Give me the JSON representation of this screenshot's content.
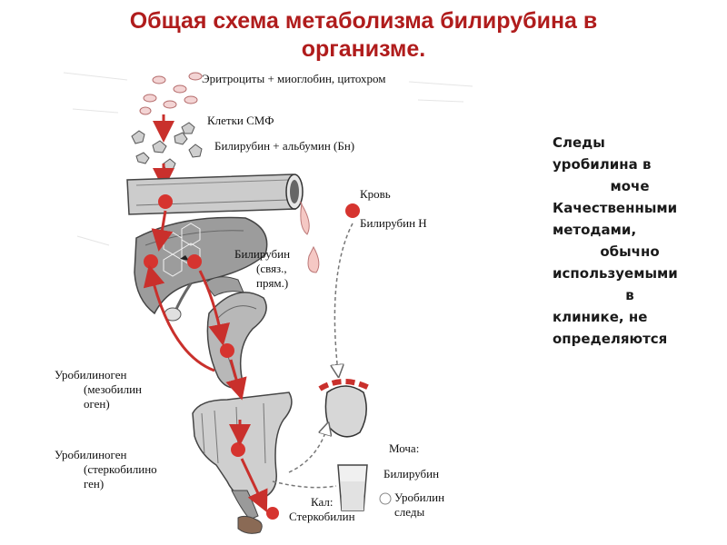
{
  "title_line1": "Общая схема метаболизма билирубина в",
  "title_line2": "организме.",
  "labels": {
    "erythrocytes": "Эритроциты + миоглобин, цитохром",
    "smf": "Клетки СМФ",
    "bilirubin_albumin": "Билирубин + альбумин (Бн)",
    "blood": "Кровь",
    "bilirubin_n": "Билирубин Н",
    "bilirubin_conj_1": "Билирубин",
    "bilirubin_conj_2": "(связ.,",
    "bilirubin_conj_3": "прям.)",
    "urobilinogen1_1": "Уробилиноген",
    "urobilinogen1_2": "(мезобилин",
    "urobilinogen1_3": "оген)",
    "urobilinogen2_1": "Уробилиноген",
    "urobilinogen2_2": "(стеркобилино",
    "urobilinogen2_3": "ген)",
    "urine": "Моча:",
    "urine_bilirubin": "Билирубин",
    "urobilin_1": "Уробилин",
    "urobilin_2": "следы",
    "feces_1": "Кал:",
    "feces_2": "Стеркобилин"
  },
  "side_text": [
    {
      "text": "Следы",
      "align": "left"
    },
    {
      "text": "уробилина в",
      "align": "left"
    },
    {
      "text": "моче",
      "align": "center"
    },
    {
      "text": "Качественными",
      "align": "left"
    },
    {
      "text": "методами,",
      "align": "left"
    },
    {
      "text": "обычно",
      "align": "center"
    },
    {
      "text": "используемыми",
      "align": "left"
    },
    {
      "text": "в",
      "align": "center"
    },
    {
      "text": "клинике, не",
      "align": "left"
    },
    {
      "text": "определяются",
      "align": "left"
    }
  ],
  "colors": {
    "title": "#b01c1c",
    "arrow": "#c9302c",
    "node": "#d6342f",
    "organ": "#9a9a9a",
    "organ_dark": "#555555"
  }
}
